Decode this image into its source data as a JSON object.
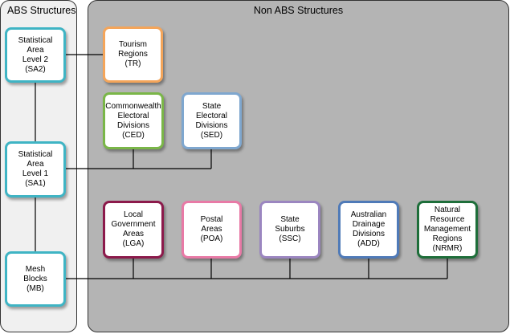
{
  "panels": {
    "abs_title": "ABS Structures",
    "non_abs_title": "Non ABS Structures"
  },
  "colors": {
    "abs_border": "#3fb4c4",
    "tr_border": "#f4a55a",
    "ced_border": "#7ab648",
    "sed_border": "#7fa7cf",
    "lga_border": "#8c1a4b",
    "poa_border": "#e87aa6",
    "ssc_border": "#9b86c0",
    "add_border": "#4f7ab8",
    "nrmr_border": "#1e6e3a",
    "connector": "#000000"
  },
  "nodes": {
    "sa2": {
      "lines": [
        "Statistical",
        "Area",
        "Level 2",
        "(SA2)"
      ]
    },
    "sa1": {
      "lines": [
        "Statistical",
        "Area",
        "Level 1",
        "(SA1)"
      ]
    },
    "mb": {
      "lines": [
        "Mesh",
        "Blocks",
        "(MB)"
      ]
    },
    "tr": {
      "lines": [
        "Tourism",
        "Regions",
        "(TR)"
      ]
    },
    "ced": {
      "lines": [
        "Commonwealth",
        "Electoral",
        "Divisions",
        "(CED)"
      ]
    },
    "sed": {
      "lines": [
        "State",
        "Electoral",
        "Divisions",
        "(SED)"
      ]
    },
    "lga": {
      "lines": [
        "Local",
        "Government",
        "Areas",
        "(LGA)"
      ]
    },
    "poa": {
      "lines": [
        "Postal",
        "Areas",
        "(POA)"
      ]
    },
    "ssc": {
      "lines": [
        "State",
        "Suburbs",
        "(SSC)"
      ]
    },
    "add": {
      "lines": [
        "Australian",
        "Drainage",
        "Divisions",
        "(ADD)"
      ]
    },
    "nrmr": {
      "lines": [
        "Natural",
        "Resource",
        "Management",
        "Regions",
        "(NRMR)"
      ]
    }
  }
}
